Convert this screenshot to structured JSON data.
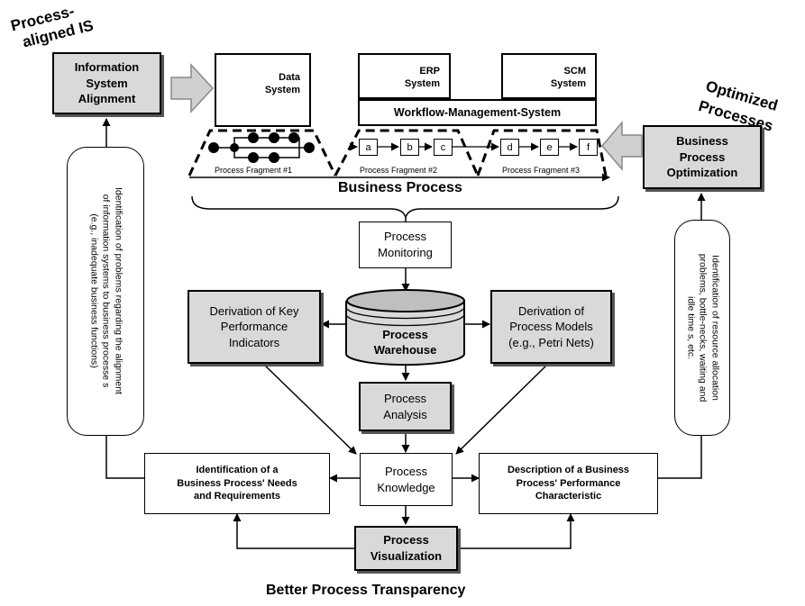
{
  "slogans": {
    "left_line1": "Process-",
    "left_line2": "aligned IS",
    "right_line1": "Optimized",
    "right_line2": "Processes"
  },
  "boxes": {
    "is_alignment": [
      "Information",
      "System",
      "Alignment"
    ],
    "bp_optimization": [
      "Business",
      "Process",
      "Optimization"
    ],
    "process_monitoring": [
      "Process",
      "Monitoring"
    ],
    "kpi_derivation": [
      "Derivation of Key",
      "Performance",
      "Indicators"
    ],
    "model_derivation": [
      "Derivation of",
      "Process Models",
      "(e.g., Petri Nets)"
    ],
    "warehouse": [
      "Process",
      "Warehouse"
    ],
    "process_analysis": [
      "Process",
      "Analysis"
    ],
    "process_knowledge": [
      "Process",
      "Knowledge"
    ],
    "needs": [
      "Identification  of a",
      "Business Process' Needs",
      "and Requirements"
    ],
    "performance": [
      "Description of a Business",
      "Process' Performance",
      "Characteristic"
    ],
    "visualization": [
      "Process",
      "Visualization"
    ]
  },
  "systems": {
    "data": [
      "Data",
      "System"
    ],
    "erp": [
      "ERP",
      "System"
    ],
    "scm": [
      "SCM",
      "System"
    ],
    "workflow": "Workflow-Management-System"
  },
  "fragments": {
    "f1": "Process Fragment #1",
    "f2": "Process Fragment #2",
    "f3": "Process Fragment #3",
    "business_process": "Business Process",
    "steps": [
      "a",
      "b",
      "c",
      "d",
      "e",
      "f"
    ]
  },
  "feedback": {
    "left": [
      "Identification of problems regarding the alignment",
      "of information systems to business processe s",
      "(e.g., inadequate business functions)"
    ],
    "right": [
      "Identification of resource allocation",
      "problems, bottle-necks, waiting and",
      "idle time s, etc."
    ]
  },
  "footer": "Better Process Transparency"
}
